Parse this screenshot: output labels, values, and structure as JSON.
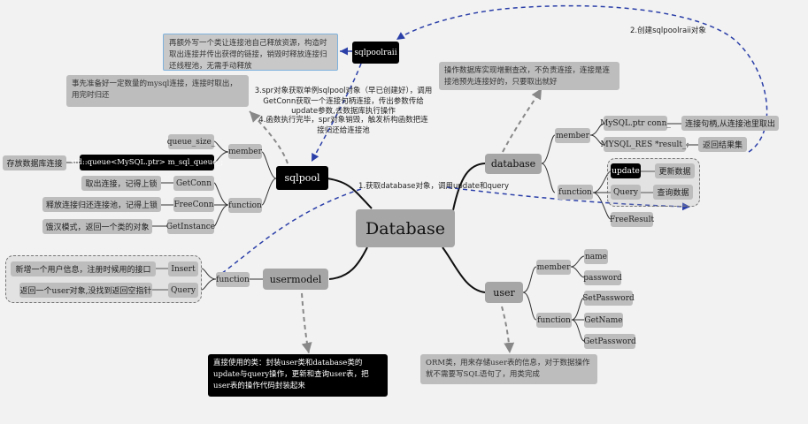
{
  "center": "Database",
  "sqlpoolraii": "sqlpoolraii",
  "notes": {
    "raii": "再额外写一个类让连接池自己释放资源，构造时取出连接并传出获得的链接，销毁时释放连接归还线程池，无需手动释放",
    "pool_prepare": "事先准备好一定数量的mysql连接，连接时取出，用完时归还",
    "database_desc": "操作数据库实现增删查改，不负责连接，连接是连接池预先连接好的，只要取出就好",
    "usermodel_desc": "直接使用的类：封装user类和database类的update与query操作，更新和查询user表，把user表的操作代码封装起来",
    "user_desc": "ORM类，用来存储user表的信息，对于数据操作就不需要写SQL语句了，用类完成"
  },
  "annotations": {
    "step1": "1.获取database对象，调用update和query",
    "step2": "2.创建sqlpoolraii对象",
    "step3": "3.spr对象获取单例sqlpool对象（早已创建好），调用GetConn获取一个连接句柄连接，传出参数传给update参数,去数据库执行操作",
    "step4": "4.函数执行完毕，spr对象销毁，触发析构函数把连接归还给连接池"
  },
  "sqlpool": {
    "title": "sqlpool",
    "member": "member",
    "queue_size": "queue_size_",
    "queue": "std::queue<MySQL.ptr> m_sql_queue_;",
    "queue_desc": "存放数据库连接",
    "function": "function",
    "getconn": "GetConn",
    "getconn_desc": "取出连接，记得上锁",
    "freeconn": "FreeConn",
    "freeconn_desc": "释放连接归还连接池，记得上锁",
    "getinstance": "GetInstance",
    "getinstance_desc": "饿汉模式，返回一个类的对象"
  },
  "database": {
    "title": "database",
    "member": "member",
    "conn": "MySQL.ptr conn_",
    "conn_desc": "连接句柄,从连接池里取出",
    "result": "MYSQL_RES *result_;",
    "result_desc": "返回结果集",
    "function": "function",
    "update": "update",
    "update_desc": "更新数据",
    "query": "Query",
    "query_desc": "查询数据",
    "free": "FreeResult"
  },
  "usermodel": {
    "title": "usermodel",
    "function": "function",
    "insert": "Insert",
    "insert_desc": "新增一个用户信息，注册时候用的接口",
    "query": "Query",
    "query_desc": "返回一个user对象,没找到返回空指针"
  },
  "user": {
    "title": "user",
    "member": "member",
    "name": "name",
    "password": "password",
    "function": "function",
    "set": "SetPassword",
    "getname": "GetName",
    "getpassword": "GetPassword"
  },
  "colors": {
    "arrow": "#2b3fa8",
    "branch": "#111111",
    "dash": "#888888"
  }
}
